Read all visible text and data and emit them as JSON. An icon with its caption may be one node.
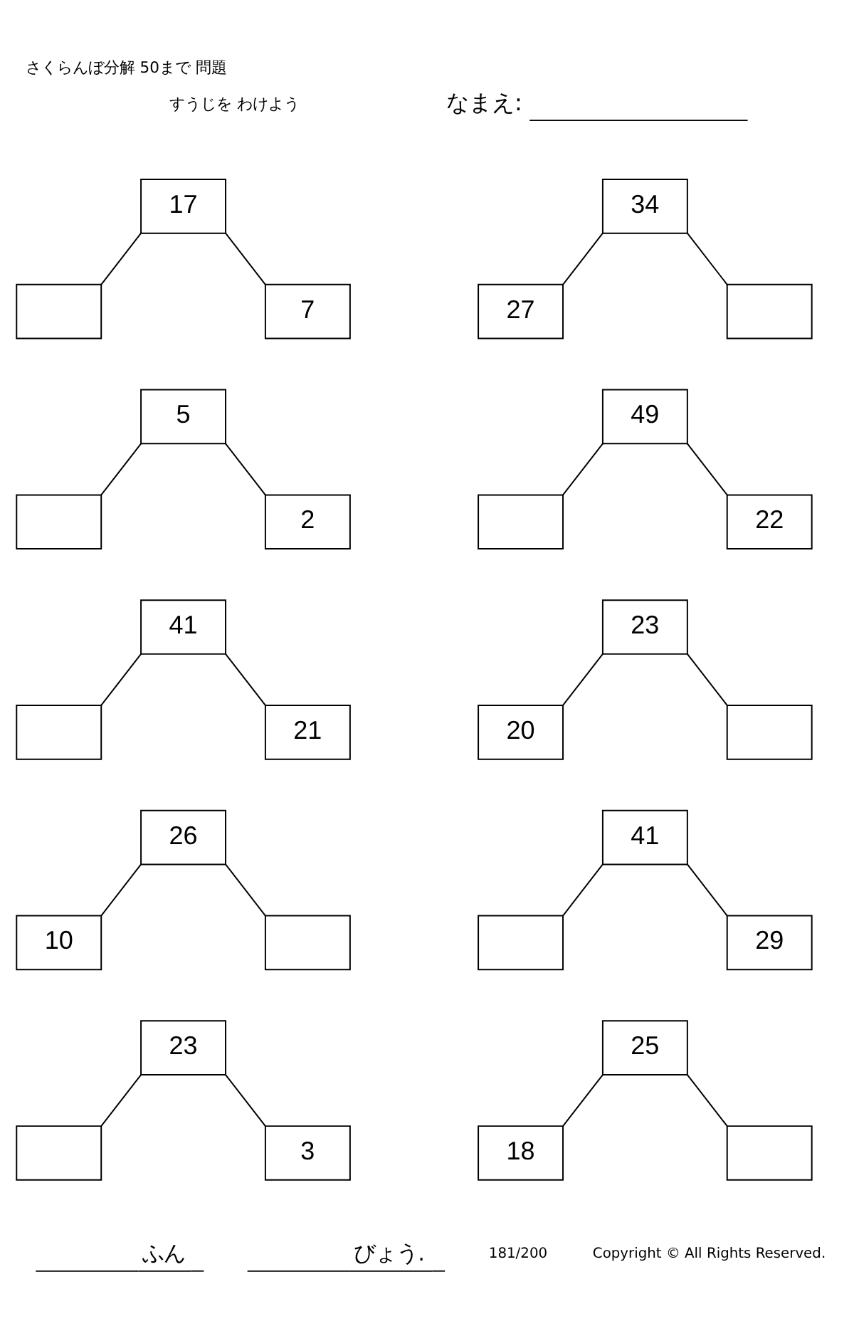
{
  "diagram": {
    "title": "さくらんぼ分解 50まで 問題",
    "nodes": [
      {
        "text": [
          "17"
        ]
      },
      {
        "text": [],
        "shape": "box"
      },
      {
        "text": [
          "7"
        ]
      },
      {
        "text": [
          "34"
        ]
      },
      {
        "text": [
          "27"
        ]
      },
      {
        "text": [],
        "shape": "box"
      },
      {
        "text": [
          "5"
        ]
      },
      {
        "text": [],
        "shape": "box"
      },
      {
        "text": [
          "2"
        ]
      },
      {
        "text": [
          "49"
        ]
      },
      {
        "text": [],
        "shape": "box"
      },
      {
        "text": [
          "22"
        ]
      },
      {
        "text": [
          "41"
        ]
      },
      {
        "text": [],
        "shape": "box"
      },
      {
        "text": [
          "21"
        ]
      },
      {
        "text": [
          "23"
        ]
      },
      {
        "text": [
          "20"
        ]
      },
      {
        "text": [],
        "shape": "box"
      },
      {
        "text": [
          "26"
        ]
      },
      {
        "text": [
          "10"
        ]
      },
      {
        "text": [],
        "shape": "box"
      },
      {
        "text": [
          "41"
        ]
      },
      {
        "text": [],
        "shape": "box"
      },
      {
        "text": [
          "29"
        ]
      },
      {
        "text": [
          "23"
        ]
      },
      {
        "text": [],
        "shape": "box"
      },
      {
        "text": [
          "3"
        ]
      },
      {
        "text": [
          "25"
        ]
      },
      {
        "text": [
          "18"
        ]
      },
      {
        "text": [],
        "shape": "box"
      }
    ],
    "edges": [
      {
        "from": 0,
        "to": 1,
        "arrow": "none"
      },
      {
        "from": 0,
        "to": 2,
        "arrow": "none"
      },
      {
        "from": 3,
        "to": 4,
        "arrow": "none"
      },
      {
        "from": 3,
        "to": 5,
        "arrow": "none"
      },
      {
        "from": 6,
        "to": 7,
        "arrow": "none"
      },
      {
        "from": 6,
        "to": 8,
        "arrow": "none"
      },
      {
        "from": 9,
        "to": 10,
        "arrow": "none"
      },
      {
        "from": 9,
        "to": 11,
        "arrow": "none"
      },
      {
        "from": 12,
        "to": 13,
        "arrow": "none"
      },
      {
        "from": 12,
        "to": 14,
        "arrow": "none"
      },
      {
        "from": 15,
        "to": 16,
        "arrow": "none"
      },
      {
        "from": 15,
        "to": 17,
        "arrow": "none"
      },
      {
        "from": 18,
        "to": 19,
        "arrow": "none"
      },
      {
        "from": 18,
        "to": 20,
        "arrow": "none"
      },
      {
        "from": 21,
        "to": 22,
        "arrow": "none"
      },
      {
        "from": 21,
        "to": 23,
        "arrow": "none"
      },
      {
        "from": 24,
        "to": 25,
        "arrow": "none"
      },
      {
        "from": 24,
        "to": 26,
        "arrow": "none"
      },
      {
        "from": 27,
        "to": 28,
        "arrow": "none"
      },
      {
        "from": 27,
        "to": 29,
        "arrow": "none"
      }
    ],
    "labels": [
      "すうじを わけよう",
      "なまえ:",
      "ふん",
      "びょう.",
      "181/200",
      "Copyright © All Rights Reserved."
    ]
  }
}
